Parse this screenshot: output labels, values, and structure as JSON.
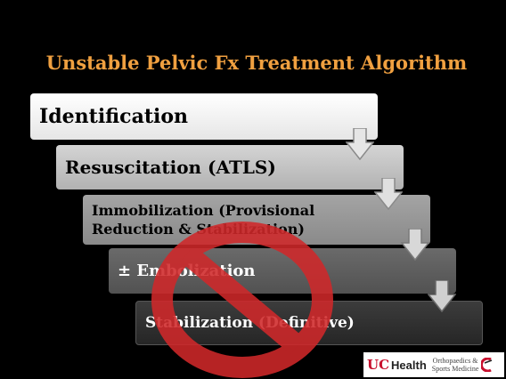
{
  "title": "Unstable Pelvic Fx Treatment Algorithm",
  "steps": [
    {
      "label": "Identification"
    },
    {
      "label": "Resuscitation  (ATLS)"
    },
    {
      "label_line1": "Immobilization (Provisional",
      "label_line2": "Reduction & Stabilization)"
    },
    {
      "label": "± Embolization"
    },
    {
      "label": "Stabilization  (Definitive)"
    }
  ],
  "overlay_icon": "prohibition-sign-icon",
  "logo": {
    "mark": "UC",
    "name": "Health",
    "department_line1": "Orthopaedics &",
    "department_line2": "Sports Medicine"
  },
  "colors": {
    "title": "#f0a040",
    "prohibition": "#d0282a",
    "arrow_fill": "#e0e0e0"
  }
}
